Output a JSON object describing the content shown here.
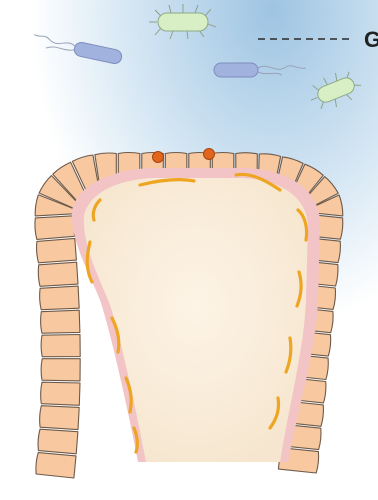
{
  "diagram": {
    "label_text": "G",
    "colors": {
      "background_blue": "#bcd9ee",
      "cell_fill": "#f8c9a0",
      "cell_stroke": "#6e5a4a",
      "lamina_pink": "#f1bfc3",
      "core_fill": "#fbf0de",
      "fiber": "#f0a82a",
      "dot": "#e1651c",
      "bacteria_green": "#d6efc4",
      "bacteria_blue": "#9fb0dd"
    },
    "bacteria": [
      {
        "kind": "rod",
        "color": "green",
        "flagella": "peritrichous"
      },
      {
        "kind": "rod",
        "color": "blue",
        "flagella": "polar-left"
      },
      {
        "kind": "rod",
        "color": "blue",
        "flagella": "polar-right"
      },
      {
        "kind": "rod",
        "color": "green",
        "flagella": "peritrichous"
      }
    ],
    "cell_dots": 2
  }
}
